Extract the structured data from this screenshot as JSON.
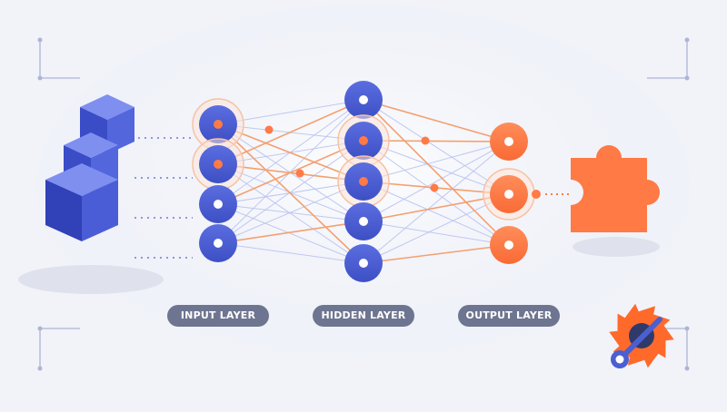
{
  "diagram": {
    "type": "neural-network",
    "layers": [
      {
        "id": "input",
        "label": "INPUT LAYER",
        "nodes": 4,
        "color": "#4b5fd1",
        "highlighted": [
          0,
          1
        ]
      },
      {
        "id": "hidden",
        "label": "HIDDEN LAYER",
        "nodes": 5,
        "color": "#4b5fd1",
        "highlighted": [
          1,
          2
        ]
      },
      {
        "id": "output",
        "label": "OUTPUT LAYER",
        "nodes": 3,
        "color": "#ff7a45",
        "highlighted": [
          1
        ]
      }
    ],
    "connections": "fully-connected",
    "active_edges": [
      {
        "from": "input.0",
        "to": "hidden.2"
      },
      {
        "from": "input.0",
        "to": "hidden.4"
      },
      {
        "from": "input.1",
        "to": "hidden.0"
      },
      {
        "from": "input.1",
        "to": "hidden.2"
      },
      {
        "from": "input.2",
        "to": "hidden.1"
      },
      {
        "from": "input.3",
        "to": "hidden.3"
      },
      {
        "from": "hidden.0",
        "to": "output.0"
      },
      {
        "from": "hidden.1",
        "to": "output.0"
      },
      {
        "from": "hidden.2",
        "to": "output.1"
      },
      {
        "from": "hidden.3",
        "to": "output.1"
      },
      {
        "from": "hidden.4",
        "to": "output.2"
      },
      {
        "from": "hidden.0",
        "to": "output.2"
      }
    ],
    "colors": {
      "background": "#f1f3f9",
      "node_blue": "#4b5fd1",
      "node_orange": "#ff7a45",
      "edge_blue": "#b9c2ef",
      "edge_orange": "#f4a06f",
      "label_pill": "#6e7590",
      "cube": "#3f52cc"
    },
    "icons": [
      "stacked-cubes-icon",
      "puzzle-piece-icon",
      "gear-wrench-icon"
    ]
  }
}
